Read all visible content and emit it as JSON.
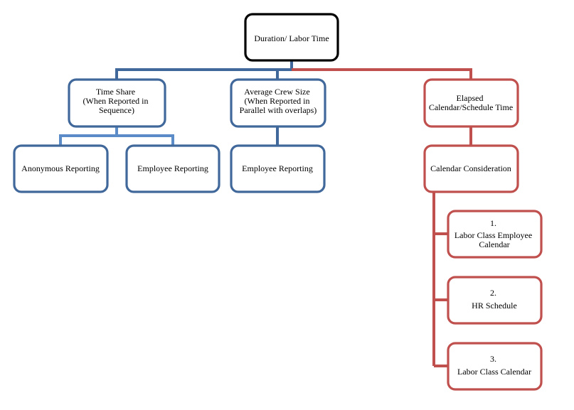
{
  "colors": {
    "black": "#000000",
    "blue": "#41689b",
    "lightblue": "#5b8cc8",
    "red": "#c0504d"
  },
  "nodes": {
    "root": {
      "lines": [
        "Duration/ Labor Time"
      ]
    },
    "time_share": {
      "lines": [
        "Time Share",
        "(When Reported in",
        "Sequence)"
      ]
    },
    "avg_crew": {
      "lines": [
        "Average Crew Size",
        "(When Reported in",
        "Parallel  with overlaps)"
      ]
    },
    "elapsed": {
      "lines": [
        "Elapsed",
        "Calendar/Schedule  Time"
      ]
    },
    "anon": {
      "lines": [
        "Anonymous Reporting"
      ]
    },
    "emp1": {
      "lines": [
        "Employee Reporting"
      ]
    },
    "emp2": {
      "lines": [
        "Employee Reporting"
      ]
    },
    "cal_consid": {
      "lines": [
        "Calendar Consideration"
      ]
    },
    "labor_emp_cal": {
      "lines": [
        "1.",
        "Labor Class Employee",
        "Calendar"
      ]
    },
    "hr_sched": {
      "lines": [
        "2.",
        "HR Schedule"
      ]
    },
    "labor_cal": {
      "lines": [
        "3.",
        "Labor Class Calendar"
      ]
    }
  }
}
